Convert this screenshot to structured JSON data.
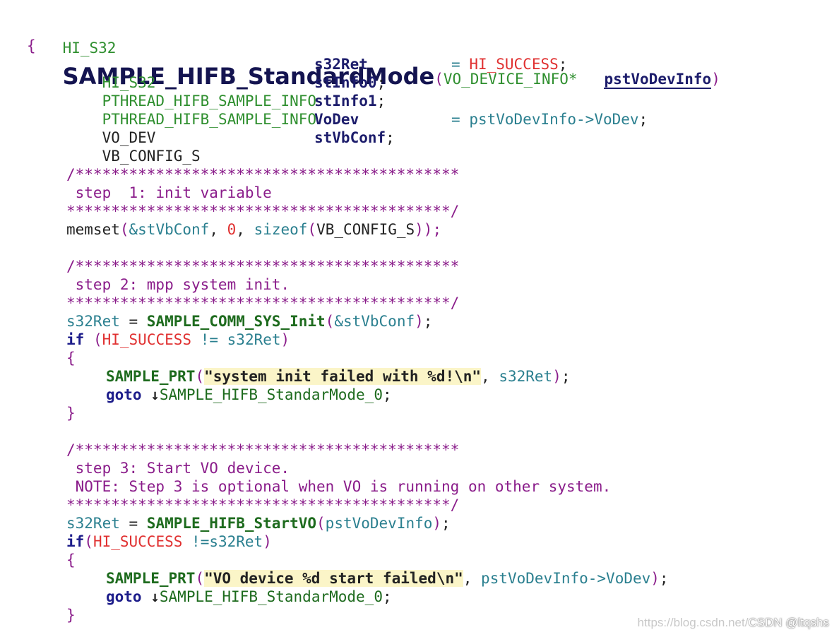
{
  "signature": {
    "return_type": "HI_S32",
    "function_name": "SAMPLE_HIFB_StandardMode",
    "open_paren": "(",
    "param_type": "VO_DEVICE_INFO*",
    "param_name": "pstVoDevInfo",
    "close_paren": ")"
  },
  "open_brace": "{",
  "declarations": [
    {
      "type": "HI_S32",
      "name": "s32Ret",
      "init_eq": "=",
      "init_val": "HI_SUCCESS",
      "end": ";"
    },
    {
      "type": "PTHREAD_HIFB_SAMPLE_INFO",
      "name": "stInfo0",
      "end": ";"
    },
    {
      "type": "PTHREAD_HIFB_SAMPLE_INFO",
      "name": "stInfo1",
      "end": ";"
    },
    {
      "type": "VO_DEV",
      "name": "VoDev",
      "init_eq": "=",
      "init_val": "pstVoDevInfo->VoDev",
      "end": ";"
    },
    {
      "type": "VB_CONFIG_S",
      "name": "stVbConf",
      "end": ";"
    }
  ],
  "comment_top": "/*******************************************",
  "comment_bottom": "*******************************************/",
  "step1": {
    "text": " step  1: init variable",
    "memset_fn": "memset",
    "memset_arg1": "&stVbConf",
    "memset_zero": "0",
    "memset_sizeof": "sizeof",
    "memset_type": "VB_CONFIG_S",
    "memset_end": "));"
  },
  "step2": {
    "text": " step 2: mpp system init.",
    "assign_var": "s32Ret",
    "assign_fn": "SAMPLE_COMM_SYS_Init",
    "assign_arg": "&stVbConf",
    "if_kw": "if",
    "cond_left": "HI_SUCCESS",
    "cond_op": "!=",
    "cond_right": "s32Ret",
    "prt_fn": "SAMPLE_PRT",
    "prt_str": "\"system init failed with %d!\\n\"",
    "prt_arg": "s32Ret",
    "goto_kw": "goto",
    "goto_arrow": "↓",
    "goto_label": "SAMPLE_HIFB_StandarMode_0"
  },
  "step3": {
    "text": " step 3: Start VO device.",
    "note": " NOTE: Step 3 is optional when VO is running on other system.",
    "assign_var": "s32Ret",
    "assign_fn": "SAMPLE_HIFB_StartVO",
    "assign_arg": "pstVoDevInfo",
    "if_kw": "if",
    "cond_left": "HI_SUCCESS",
    "cond_op": "!=",
    "cond_right": "s32Ret",
    "prt_fn": "SAMPLE_PRT",
    "prt_str": "\"VO device %d start failed\\n\"",
    "prt_arg": "pstVoDevInfo->VoDev",
    "goto_kw": "goto",
    "goto_arrow": "↓",
    "goto_label": "SAMPLE_HIFB_StandarMode_0"
  },
  "braces": {
    "open": "{",
    "close": "}"
  },
  "watermark": {
    "url": "https://blog.csdn.net/",
    "brand": "CSDN @ltqshs"
  }
}
